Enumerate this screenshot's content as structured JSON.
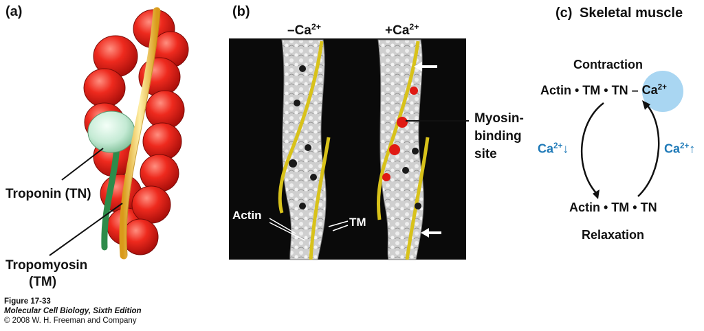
{
  "panel_a": {
    "label": "(a)",
    "troponin_label": "Troponin (TN)",
    "tropomyosin_line1": "Tropomyosin",
    "tropomyosin_line2": "(TM)"
  },
  "panel_b": {
    "label": "(b)",
    "minus_ca": "–Ca",
    "plus_ca": "+Ca",
    "charge": "2+",
    "actin_label": "Actin",
    "tm_label": "TM",
    "myosin_line1": "Myosin-",
    "myosin_line2": "binding",
    "myosin_line3": "site"
  },
  "panel_c": {
    "label": "(c)",
    "title": "Skeletal muscle",
    "contraction": "Contraction",
    "relaxation": "Relaxation",
    "top_state": "Actin • TM • TN –",
    "ca_bubble": "Ca",
    "charge": "2+",
    "bottom_state": "Actin • TM • TN",
    "left_ca": "Ca",
    "left_arrow": "↓",
    "right_ca": "Ca",
    "right_arrow": "↑"
  },
  "caption": {
    "figure": "Figure 17-33",
    "book": "Molecular Cell Biology, Sixth Edition",
    "copyright": "© 2008 W. H. Freeman and Company"
  },
  "colors": {
    "actin_red": "#e8211b",
    "tropomyosin_yellow": "#f5c842",
    "troponin_green": "#bfe8cf",
    "troponin_stem": "#2e8b4a",
    "ca_bubble": "#a9d6f2",
    "cycle_blue": "#1f7ab8",
    "em_yellow": "#d8c21a"
  }
}
